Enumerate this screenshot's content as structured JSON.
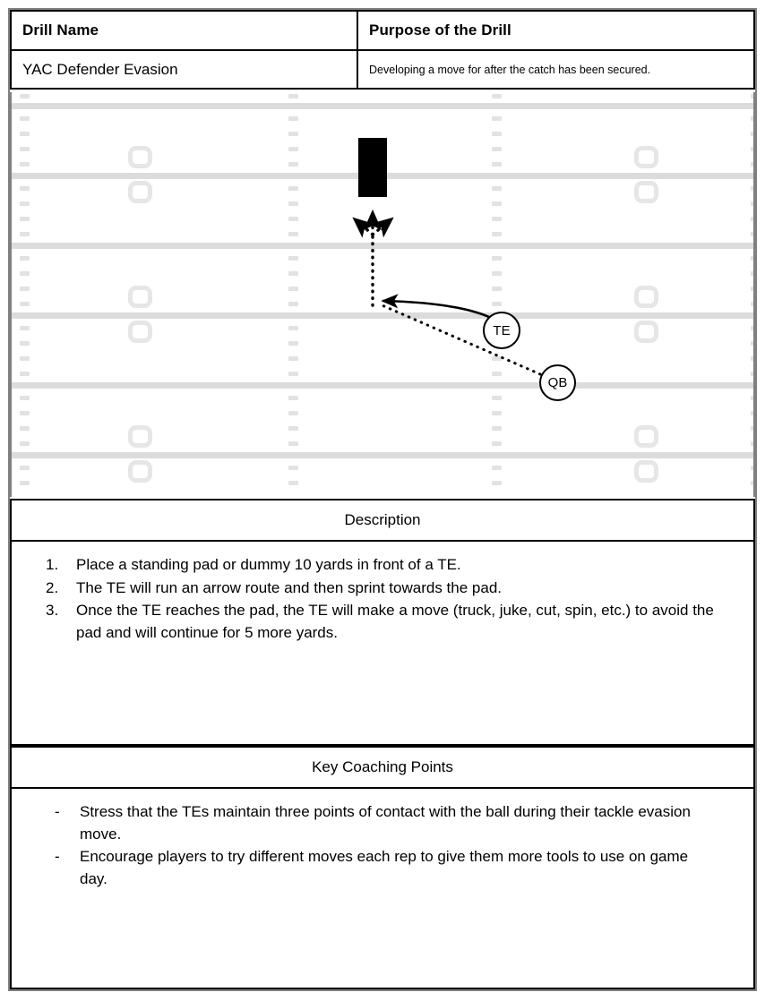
{
  "info_table": {
    "headers": {
      "drill_name": "Drill Name",
      "purpose": "Purpose of the Drill"
    },
    "values": {
      "drill_name": "YAC Defender Evasion",
      "purpose": "Developing a move for after the catch has been secured."
    }
  },
  "diagram": {
    "markers": [
      {
        "label": "TE",
        "name": "tight-end-marker"
      },
      {
        "label": "QB",
        "name": "quarterback-marker"
      }
    ],
    "pad": {
      "name": "standing-pad-block"
    },
    "routes": {
      "pass": "dotted-pass-line-qb-to-te",
      "arrow_route": "solid-arrow-route-te",
      "sprint": "dotted-sprint-line-to-pad",
      "evasion_fan": "three-way-evasion-arrows"
    }
  },
  "description": {
    "title": "Description",
    "steps": [
      "Place a standing pad or dummy 10 yards in front of a TE.",
      "The TE will run an arrow route and then sprint towards the pad.",
      "Once the TE reaches the pad, the TE will make a move (truck, juke, cut, spin, etc.) to avoid the pad and will continue for 5 more yards."
    ]
  },
  "coaching_points": {
    "title": "Key Coaching Points",
    "points": [
      "Stress that the TEs maintain three points of contact with the ball during their tackle evasion move.",
      "Encourage players to try different moves each rep to give them more tools to use on game day."
    ]
  }
}
